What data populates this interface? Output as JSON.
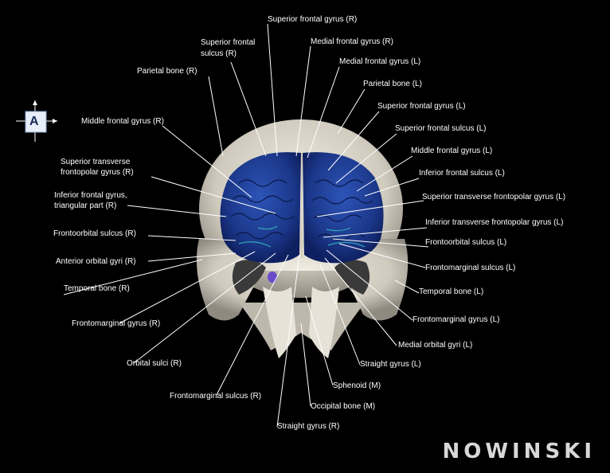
{
  "orientation": {
    "label": "A"
  },
  "brand": {
    "text": "NOWINSKI"
  },
  "colors": {
    "background": "#000000",
    "brain": "#1f3d8f",
    "bone": "#d9d4c8",
    "accent": "#3fa8a0"
  },
  "labels": {
    "superior_frontal_gyrus_r": "Superior frontal gyrus (R)",
    "superior_frontal_sulcus_r_1": "Superior frontal",
    "superior_frontal_sulcus_r_2": "sulcus (R)",
    "medial_frontal_gyrus_r": "Medial frontal gyrus (R)",
    "medial_frontal_gyrus_l": "Medial frontal gyrus (L)",
    "parietal_bone_r": "Parietal bone (R)",
    "parietal_bone_l": "Parietal bone (L)",
    "superior_frontal_gyrus_l": "Superior frontal gyrus (L)",
    "middle_frontal_gyrus_r": "Middle frontal gyrus (R)",
    "superior_frontal_sulcus_l": "Superior frontal sulcus (L)",
    "middle_frontal_gyrus_l": "Middle frontal gyrus (L)",
    "superior_transverse_frontopolar_r_1": "Superior transverse",
    "superior_transverse_frontopolar_r_2": "frontopolar gyrus (R)",
    "inferior_frontal_sulcus_l": "Inferior frontal sulcus (L)",
    "superior_transverse_frontopolar_l": "Superior transverse frontopolar gyrus (L)",
    "inferior_frontal_gyrus_r_1": "Inferior frontal gyrus,",
    "inferior_frontal_gyrus_r_2": "triangular part (R)",
    "inferior_transverse_frontopolar_l": "Inferior transverse frontopolar gyrus (L)",
    "frontoorbital_sulcus_r": "Frontoorbital sulcus (R)",
    "frontoorbital_sulcus_l": "Frontoorbital sulcus (L)",
    "anterior_orbital_gyri_r": "Anterior orbital gyri (R)",
    "frontomarginal_sulcus_l": "Frontomarginal sulcus (L)",
    "temporal_bone_r": "Temporal bone (R)",
    "temporal_bone_l": "Temporal bone (L)",
    "frontomarginal_gyrus_r": "Frontomarginal gyrus (R)",
    "frontomarginal_gyrus_l": "Frontomarginal gyrus (L)",
    "medial_orbital_gyri_l": "Medial orbital gyri (L)",
    "orbital_sulci_r": "Orbital sulci (R)",
    "straight_gyrus_l": "Straight gyrus (L)",
    "sphenoid_m": "Sphenoid (M)",
    "frontomarginal_sulcus_r": "Frontomarginal sulcus (R)",
    "occipital_bone_m": "Occipital bone (M)",
    "straight_gyrus_r": "Straight gyrus (R)"
  }
}
